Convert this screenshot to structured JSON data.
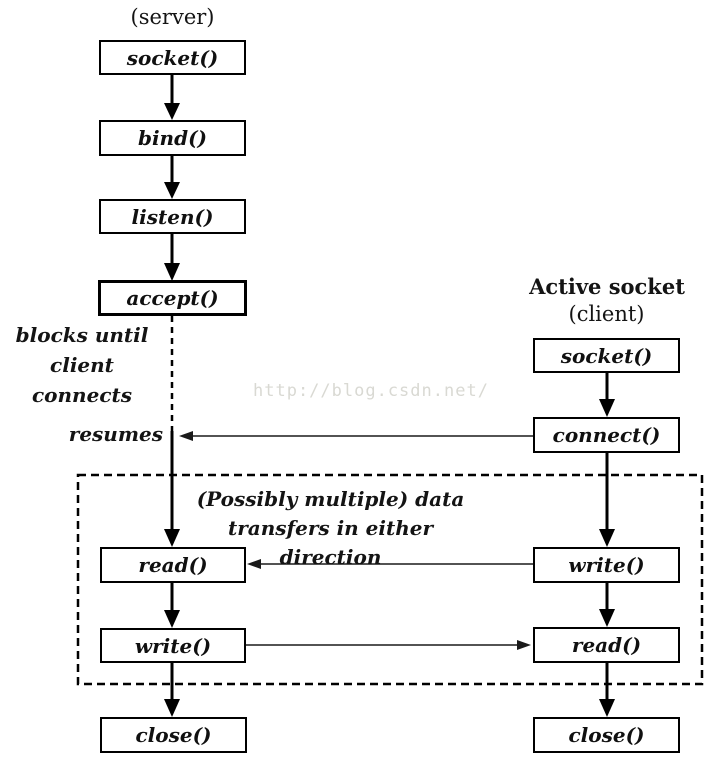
{
  "diagram": {
    "watermark": "http://blog.csdn.net/",
    "server": {
      "label": "(server)",
      "boxes": [
        {
          "id": "socket",
          "label": "socket()"
        },
        {
          "id": "bind",
          "label": "bind()"
        },
        {
          "id": "listen",
          "label": "listen()"
        },
        {
          "id": "accept",
          "label": "accept()"
        },
        {
          "id": "read",
          "label": "read()"
        },
        {
          "id": "write",
          "label": "write()"
        },
        {
          "id": "close",
          "label": "close()"
        }
      ]
    },
    "client": {
      "heading": "Active socket",
      "label": "(client)",
      "boxes": [
        {
          "id": "socket",
          "label": "socket()"
        },
        {
          "id": "connect",
          "label": "connect()"
        },
        {
          "id": "write",
          "label": "write()"
        },
        {
          "id": "read",
          "label": "read()"
        },
        {
          "id": "close",
          "label": "close()"
        }
      ]
    },
    "annotations": {
      "blocks_line1": "blocks until",
      "blocks_line2": "client connects",
      "resumes": "resumes",
      "transfer_line1": "(Possibly multiple) data",
      "transfer_line2": "transfers in either direction"
    }
  }
}
